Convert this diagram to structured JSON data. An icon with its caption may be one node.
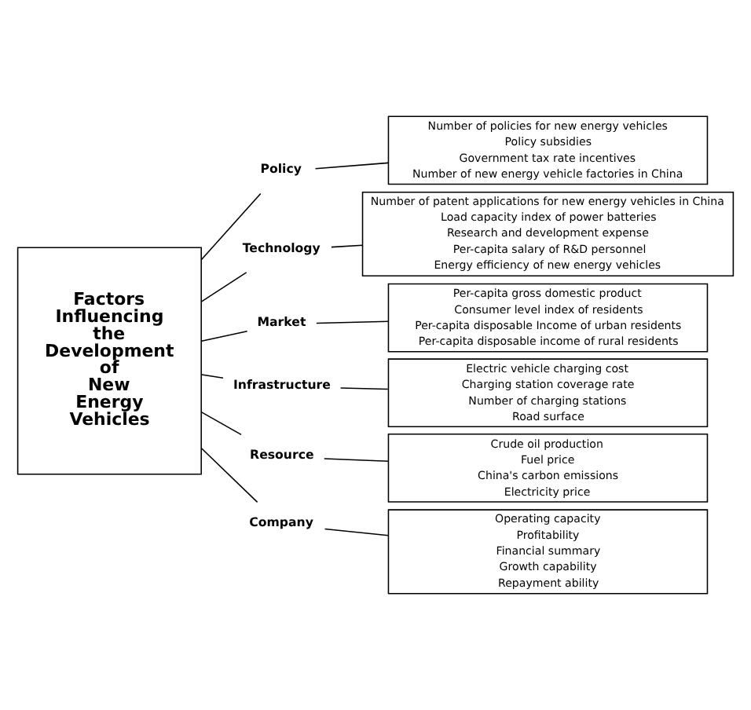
{
  "diagram": {
    "nodes": [
      {
        "text": [
          "Factors Influencing the Development of New Energy Vehicles"
        ]
      },
      {
        "text": [
          "Policy"
        ]
      },
      {
        "text": [
          "Number of policies for new energy vehicles",
          "Policy subsidies",
          "Government tax rate incentives",
          "Number of new energy vehicle factories in China"
        ]
      },
      {
        "text": [
          "Technology"
        ]
      },
      {
        "text": [
          "Number of patent applications for new energy vehicles in China",
          "Load capacity index of power batteries",
          "Research and development expense",
          "Per-capita salary of R&D personnel",
          "Energy efficiency of new energy vehicles"
        ]
      },
      {
        "text": [
          "Market"
        ]
      },
      {
        "text": [
          "Per-capita gross domestic product",
          "Consumer level index of residents",
          "Per-capita disposable Income of urban residents",
          "Per-capita disposable income of rural residents"
        ]
      },
      {
        "text": [
          "Infrastructure"
        ]
      },
      {
        "text": [
          "Electric vehicle charging cost",
          "Charging station coverage rate",
          "Number of charging stations",
          "Road surface"
        ]
      },
      {
        "text": [
          "Resource"
        ]
      },
      {
        "text": [
          "Crude oil production",
          "Fuel price",
          "China's carbon emissions",
          "Electricity price"
        ]
      },
      {
        "text": [
          "Company"
        ]
      },
      {
        "text": [
          "Operating capacity",
          "Profitability",
          "Financial summary",
          "Growth capability",
          "Repayment ability"
        ]
      }
    ],
    "edges": [
      {
        "from": 0,
        "to": 1,
        "arrow": "none"
      },
      {
        "from": 1,
        "to": 2,
        "arrow": "none"
      },
      {
        "from": 0,
        "to": 3,
        "arrow": "none"
      },
      {
        "from": 3,
        "to": 4,
        "arrow": "none"
      },
      {
        "from": 0,
        "to": 5,
        "arrow": "none"
      },
      {
        "from": 5,
        "to": 6,
        "arrow": "none"
      },
      {
        "from": 0,
        "to": 7,
        "arrow": "none"
      },
      {
        "from": 7,
        "to": 8,
        "arrow": "none"
      },
      {
        "from": 0,
        "to": 9,
        "arrow": "none"
      },
      {
        "from": 9,
        "to": 10,
        "arrow": "none"
      },
      {
        "from": 0,
        "to": 11,
        "arrow": "none"
      },
      {
        "from": 11,
        "to": 12,
        "arrow": "none"
      }
    ]
  }
}
